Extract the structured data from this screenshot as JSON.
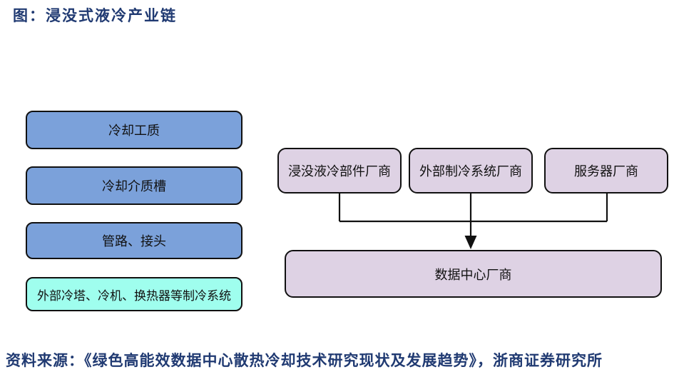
{
  "title": "图：浸没式液冷产业链",
  "left_column": {
    "items": [
      {
        "label": "冷却工质",
        "color": "#7ba1da"
      },
      {
        "label": "冷却介质槽",
        "color": "#7ba1da"
      },
      {
        "label": "管路、接头",
        "color": "#7ba1da"
      },
      {
        "label": "外部冷塔、冷机、换热器等制冷系统",
        "color": "#9ffeee"
      }
    ]
  },
  "flow": {
    "suppliers": [
      "浸没液冷部件厂商",
      "外部制冷系统厂商",
      "服务器厂商"
    ],
    "target": "数据中心厂商",
    "arrow_icon": "arrow-down"
  },
  "source": "资料来源：《绿色高能效数据中心散热冷却技术研究现状及发展趋势》，浙商证券研究所",
  "colors": {
    "title_text": "#203a72",
    "source_text": "#203a72",
    "box_border": "#111111",
    "blue_box": "#7ba1da",
    "cyan_box": "#9ffeee",
    "purple_box": "#ded2e4",
    "connector_line": "#111111",
    "background": "#ffffff"
  }
}
